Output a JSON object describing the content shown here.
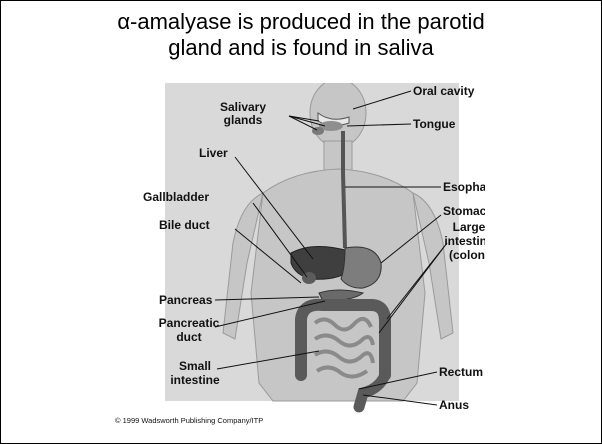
{
  "slide": {
    "title_line1": "α-amalyase is produced in the parotid",
    "title_line2": "gland and is found in saliva"
  },
  "diagram": {
    "labels": {
      "oral_cavity": "Oral cavity",
      "salivary_glands_1": "Salivary",
      "salivary_glands_2": "glands",
      "tongue": "Tongue",
      "liver": "Liver",
      "esophagus": "Esophagus",
      "gallbladder": "Gallbladder",
      "stomach": "Stomach",
      "bile_duct": "Bile duct",
      "large_intestine_1": "Large",
      "large_intestine_2": "intestine",
      "large_intestine_3": "(colon)",
      "pancreas": "Pancreas",
      "pancreatic_duct_1": "Pancreatic",
      "pancreatic_duct_2": "duct",
      "small_intestine_1": "Small",
      "small_intestine_2": "intestine",
      "rectum": "Rectum",
      "anus": "Anus"
    },
    "copyright": "© 1999 Wadsworth Publishing Company/ITP"
  }
}
